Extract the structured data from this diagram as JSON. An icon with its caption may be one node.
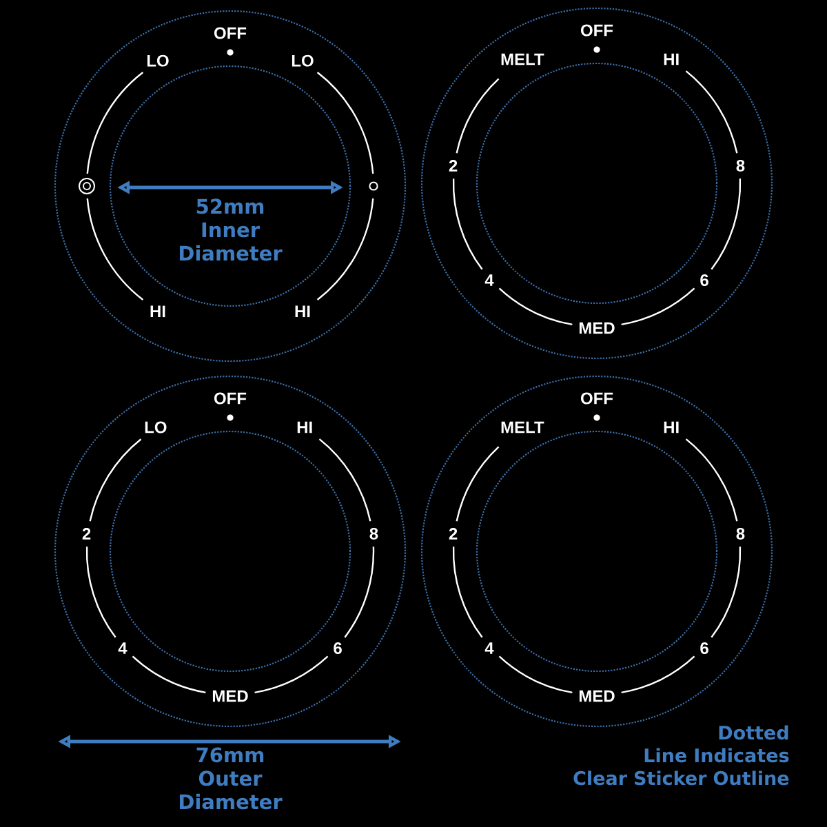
{
  "diagram": {
    "nodes": [
      {
        "text": [
          "OFF",
          "LO",
          "LO",
          "HI",
          "HI"
        ]
      },
      {
        "text": [
          "OFF",
          "MELT",
          "HI",
          "2",
          "8",
          "4",
          "6",
          "MED"
        ]
      },
      {
        "text": [
          "OFF",
          "LO",
          "HI",
          "2",
          "8",
          "4",
          "6",
          "MED"
        ]
      },
      {
        "text": [
          "OFF",
          "MELT",
          "HI",
          "2",
          "8",
          "4",
          "6",
          "MED"
        ]
      }
    ],
    "labels": [
      "52mm Inner Diameter",
      "76mm Outer Diameter",
      "Dotted Line Indicates Clear Sticker Outline"
    ]
  }
}
